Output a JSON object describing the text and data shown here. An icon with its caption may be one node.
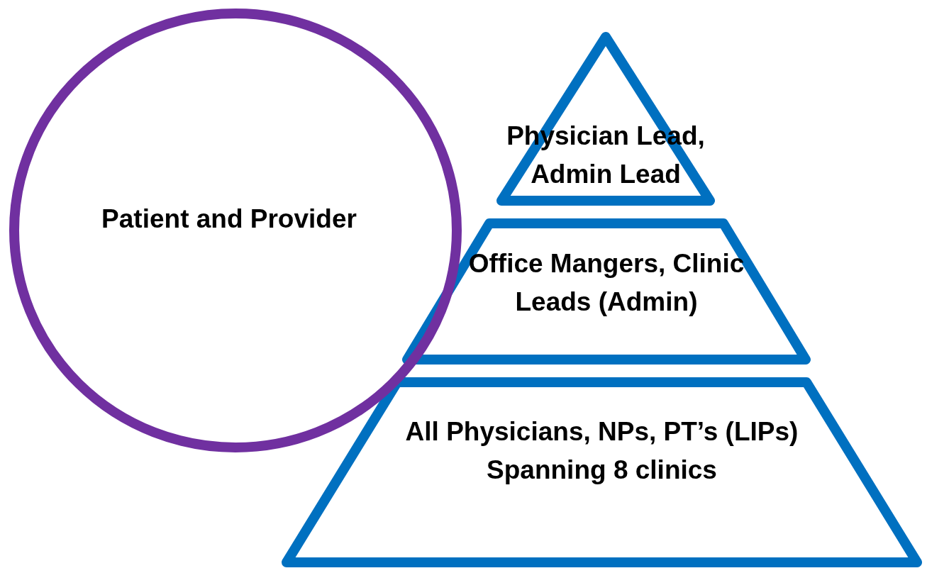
{
  "diagram": {
    "nodes": [
      {
        "text": [
          "Patient and Provider"
        ]
      },
      {
        "text": [
          "Physician Lead, Admin Lead"
        ]
      },
      {
        "text": [
          "Office Mangers, Clinic Leads (Admin)"
        ]
      },
      {
        "text": [
          "All Physicians, NPs, PT’s (LIPs) Spanning 8 clinics"
        ]
      }
    ]
  }
}
